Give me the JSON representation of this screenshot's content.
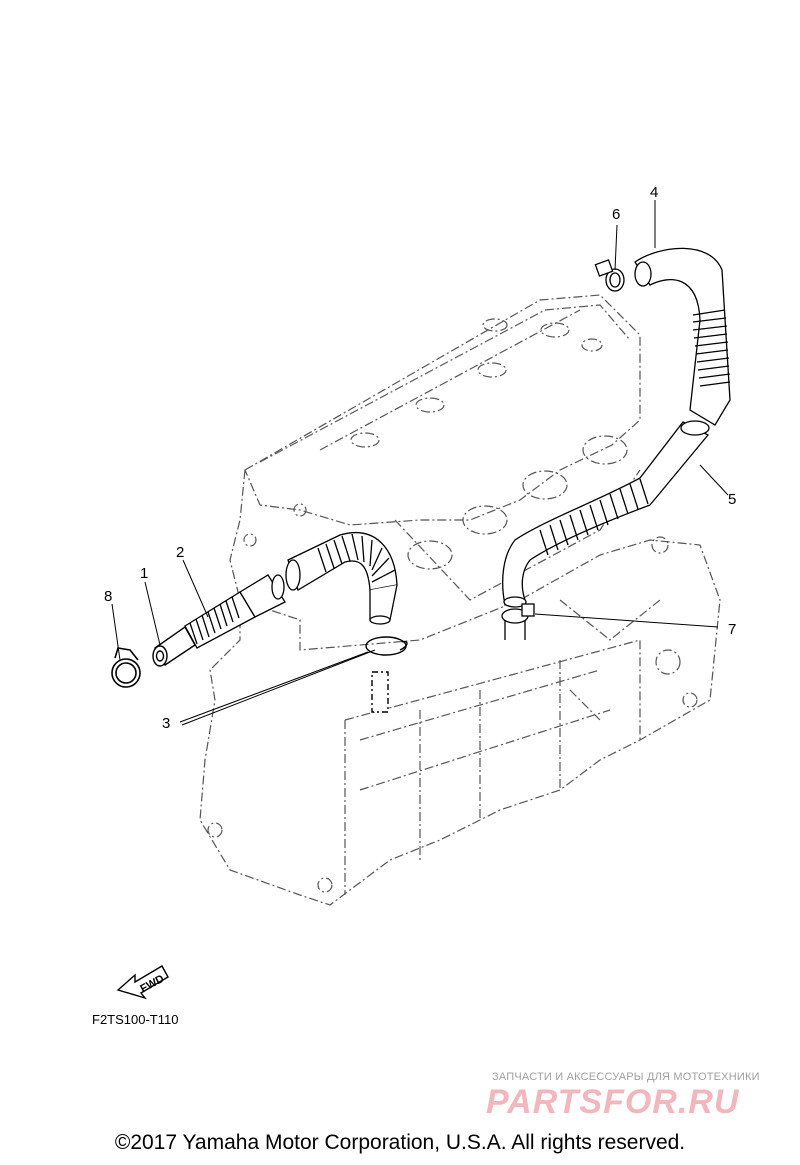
{
  "callouts": {
    "c1": "1",
    "c2": "2",
    "c3": "3",
    "c4": "4",
    "c5": "5",
    "c6": "6",
    "c7": "7",
    "c8": "8"
  },
  "fwd_label": "FWD",
  "diagram_code": "F2TS100-T110",
  "watermark": {
    "tagline": "ЗАПЧАСТИ И АКСЕССУАРЫ ДЛЯ МОТОТЕХНИКИ",
    "logo": "PARTSFOR.RU",
    "logo_color": "#f2b7bd"
  },
  "copyright": "©2017 Yamaha Motor Corporation, U.S.A. All rights reserved."
}
